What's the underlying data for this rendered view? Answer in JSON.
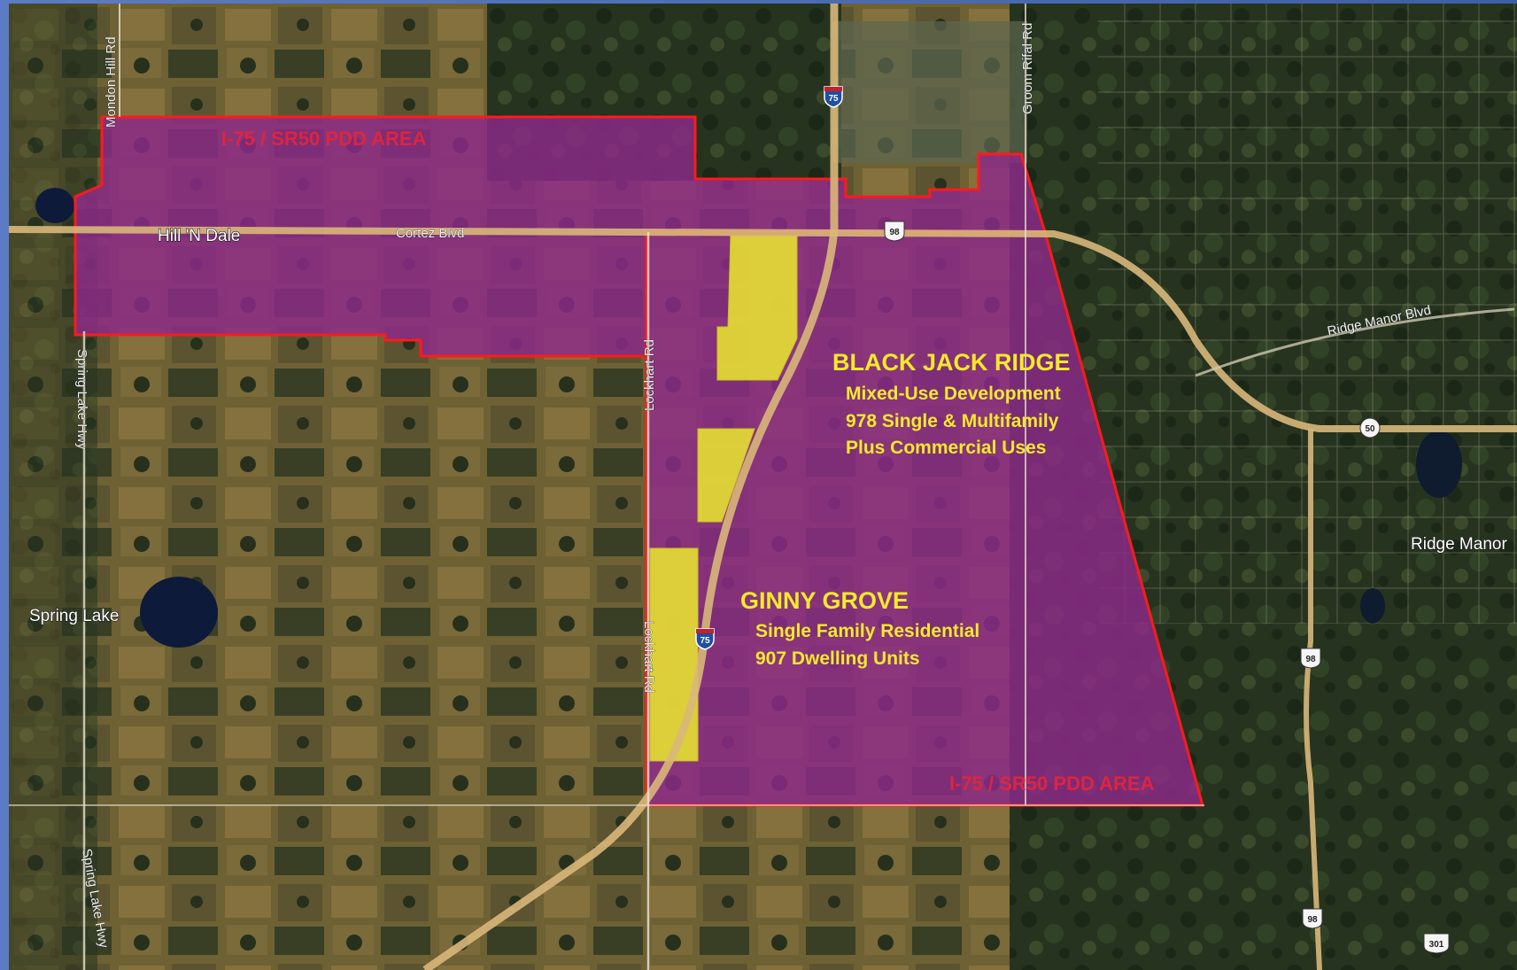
{
  "colors": {
    "pdd_fill": "#8e2a8a",
    "pdd_border": "#ff1a1a",
    "parcel_fill": "#e6e032",
    "label_yellow": "#f4ea2a",
    "label_red": "#e8243a",
    "frame_blue": "#4d6bb0"
  },
  "pdd": {
    "label_north": "I-75 / SR50 PDD AREA",
    "label_south": "I-75 / SR50 PDD AREA"
  },
  "developments": {
    "black_jack_ridge": {
      "title": "BLACK JACK RIDGE",
      "line1": "Mixed-Use Development",
      "line2": "978 Single & Multifamily",
      "line3": "Plus Commercial Uses"
    },
    "ginny_grove": {
      "title": "GINNY GROVE",
      "line1": "Single Family Residential",
      "line2": "907 Dwelling Units"
    }
  },
  "roads": {
    "mondon_hill": "Mondon Hill Rd",
    "cortez": "Cortez Blvd",
    "groom_rifal": "Groom Rifal Rd",
    "ridge_manor_blvd": "Ridge Manor Blvd",
    "spring_lake_hwy_north": "Spring Lake Hwy",
    "spring_lake_hwy_south": "Spring Lake Hwy",
    "lockhart_north": "Lockhart Rd",
    "lockhart_south": "Lockhart Rd"
  },
  "places": {
    "hill_n_dale": "Hill 'N Dale",
    "spring_lake": "Spring Lake",
    "ridge_manor": "Ridge Manor"
  },
  "shields": {
    "i75_north": "75",
    "i75_south": "75",
    "us98_top": "98",
    "us98_right": "98",
    "us98_bottom": "98",
    "sr50": "50",
    "cr301": "301"
  }
}
